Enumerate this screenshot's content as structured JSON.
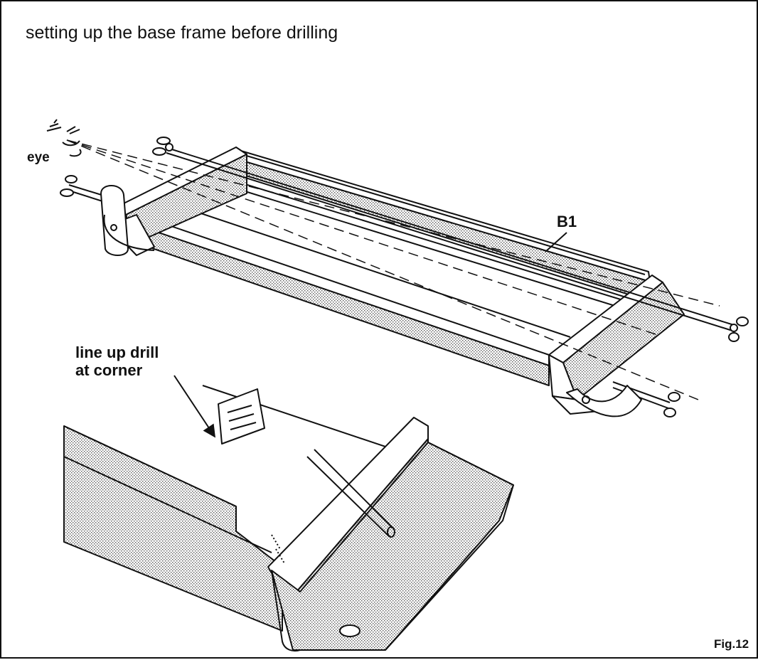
{
  "title": "setting up the base frame before drilling",
  "labels": {
    "eye": "eye",
    "b1": "B1",
    "drill_line1": "line up drill",
    "drill_line2": "at corner",
    "fig": "Fig.12"
  }
}
